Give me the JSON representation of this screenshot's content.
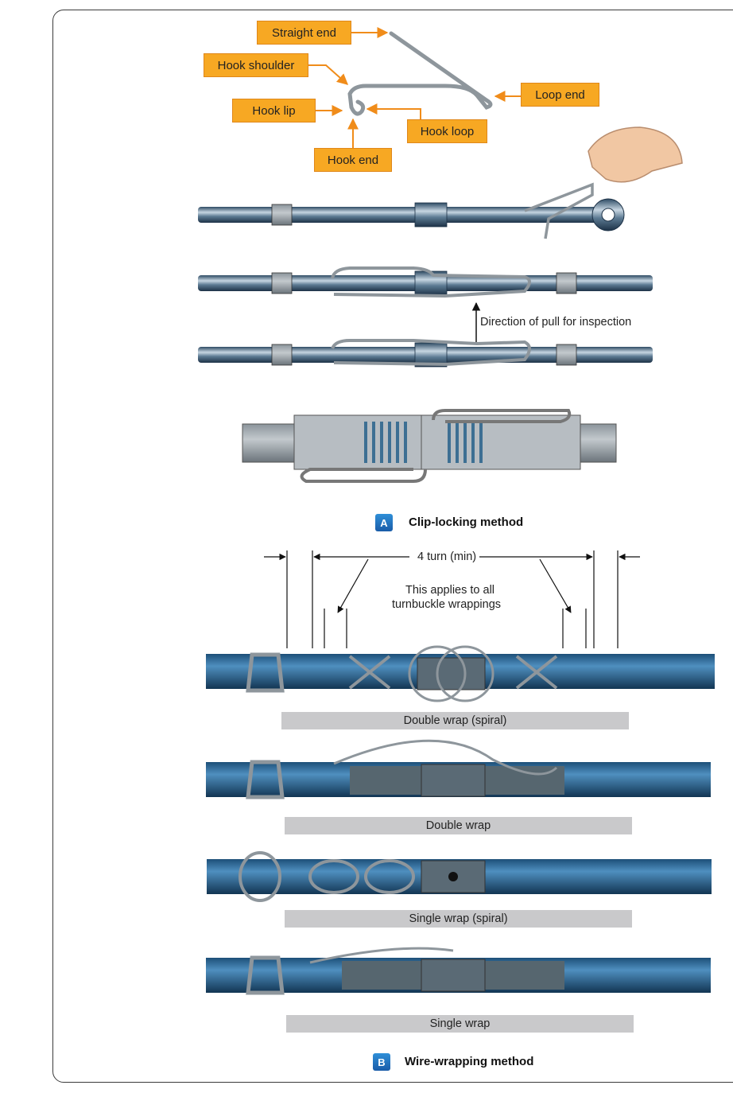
{
  "clip_parts": {
    "straight_end": "Straight end",
    "hook_shoulder": "Hook shoulder",
    "hook_lip": "Hook lip",
    "hook_loop": "Hook loop",
    "hook_end": "Hook end",
    "loop_end": "Loop end"
  },
  "pull_note": "Direction of pull for inspection",
  "section_a": {
    "badge": "A",
    "title": "Clip-locking method"
  },
  "dimension": {
    "turns": "4 turn (min)",
    "note_line1": "This applies to all",
    "note_line2": "turnbuckle wrappings"
  },
  "wraps": {
    "double_spiral": "Double wrap (spiral)",
    "double": "Double wrap",
    "single_spiral": "Single wrap (spiral)",
    "single": "Single wrap"
  },
  "section_b": {
    "badge": "B",
    "title": "Wire-wrapping method"
  },
  "colors": {
    "callout": "#f7a823",
    "arrow": "#f08c1a",
    "badge": "#1f6fc0",
    "band": "#c9c9cb"
  }
}
